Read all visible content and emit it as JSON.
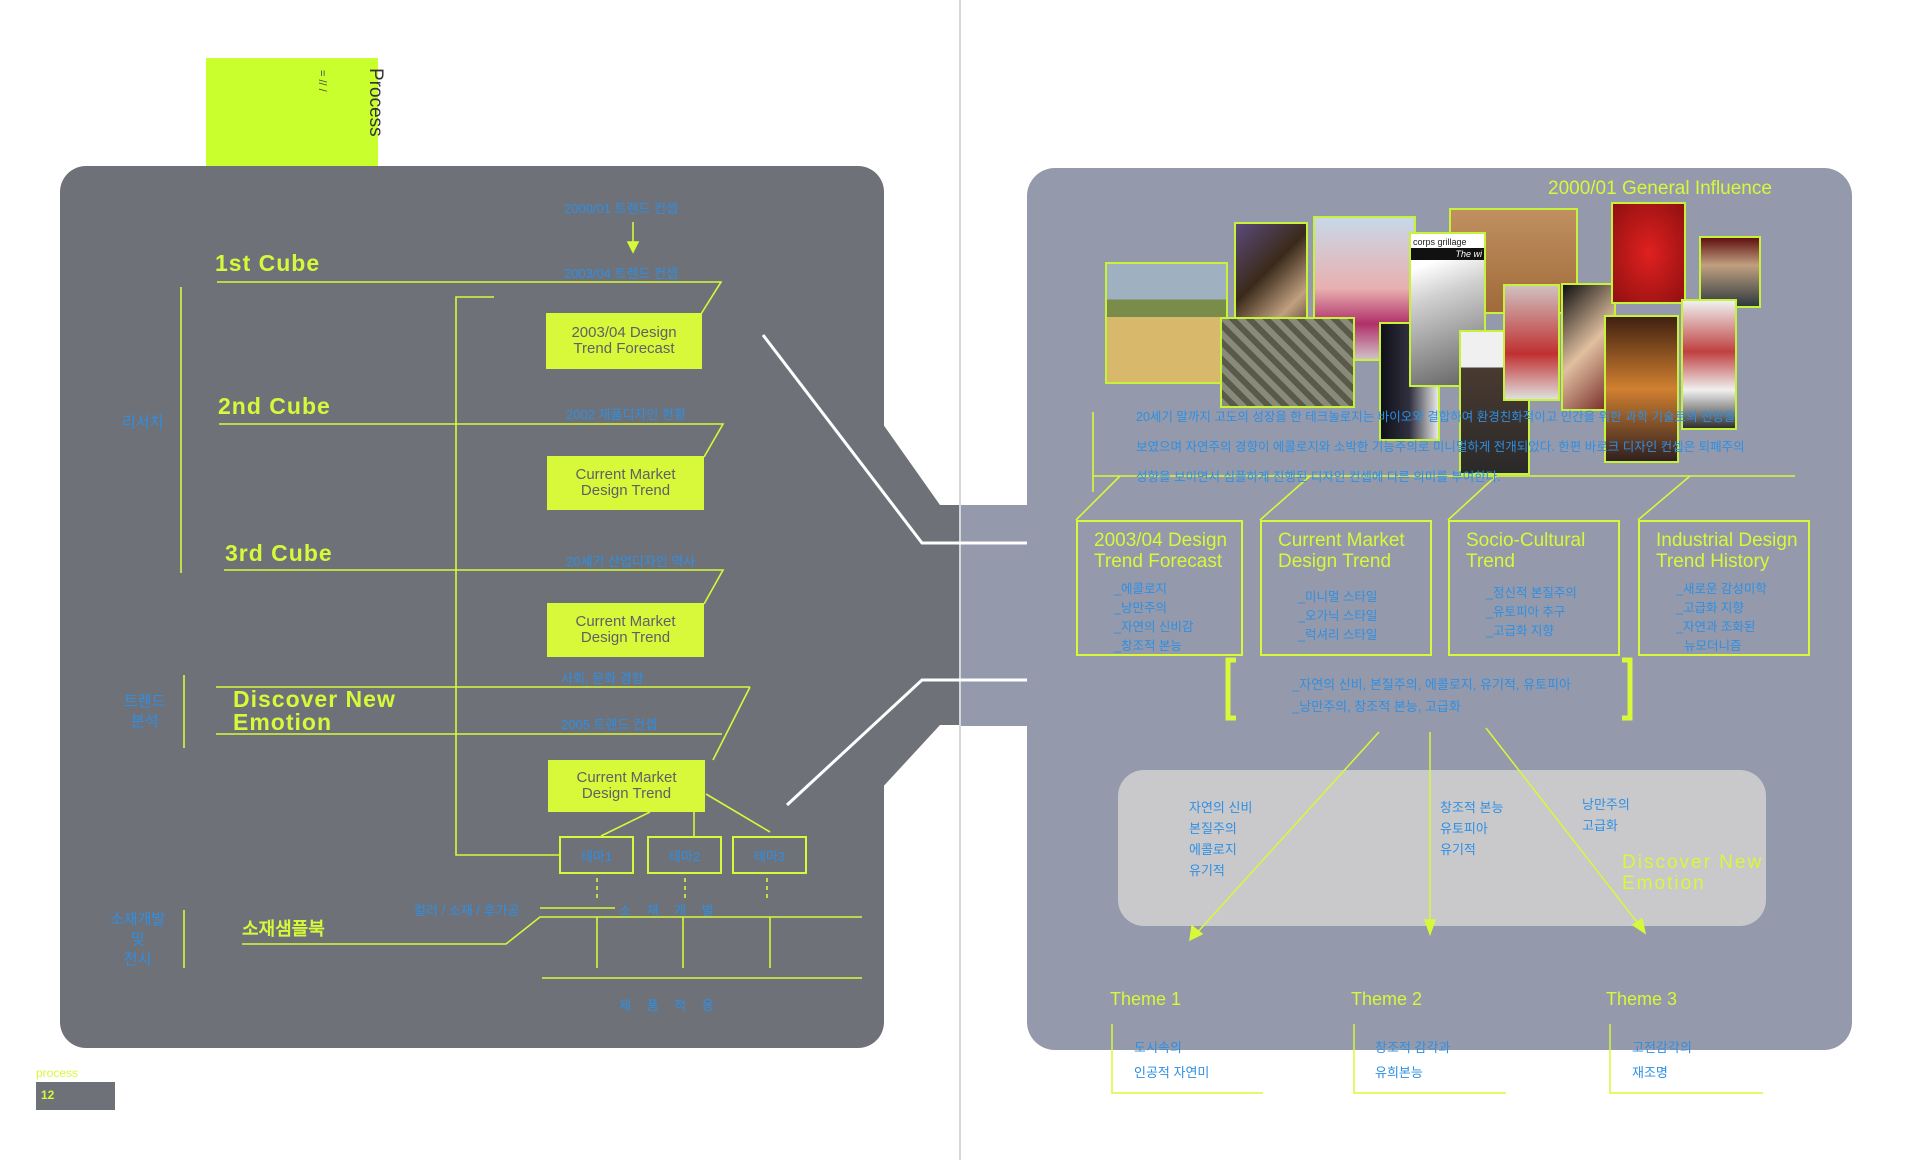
{
  "tab": {
    "title": "Process",
    "marks": "= // /"
  },
  "footer": {
    "section": "process",
    "page_number": "12"
  },
  "left": {
    "top_note": "2000/01 트렌드 컨셉",
    "stages": [
      {
        "title": "1st Cube",
        "note": "2003/04 트렌드 컨셉",
        "box": [
          "2003/04 Design",
          "Trend Forecast"
        ]
      },
      {
        "title": "2nd Cube",
        "note": "2002 제품디자인 현황",
        "box": [
          "Current Market",
          "Design Trend"
        ]
      },
      {
        "title": "3rd Cube",
        "note": "20세기 산업디자인 역사",
        "box": [
          "Current Market",
          "Design Trend"
        ]
      },
      {
        "title_line1": "Discover New",
        "title_line2": "Emotion",
        "note_top": "사회, 문화 경향",
        "note": "2005 트렌드 컨셉",
        "box": [
          "Current Market",
          "Design Trend"
        ]
      }
    ],
    "themes": [
      "테마1",
      "테마2",
      "테마3"
    ],
    "material_note": "컬러 / 소재 / 후가공",
    "material_dev": "소 재 개 발",
    "sample_book": "소재샘플북",
    "product_apply": "제 품 적 용",
    "side_labels": {
      "research": "리서치",
      "trend1": "트렌드",
      "trend2": "분석",
      "mat1": "소재개발",
      "mat2": "및",
      "mat3": "전시"
    }
  },
  "right": {
    "title": "2000/01 General Influence",
    "magazine_text1": "corps grillage",
    "magazine_text2": "The wi",
    "paragraph": [
      "20세기 말까지 고도의 성장을 한 테크놀로지는 바이오와 결합하여 환경친화적이고 인간을 위한 과학 기술로의 전망을",
      "보였으며 자연주의 경향이 에콜로지와 소박한 기능주의로 미니멀하게 전개되었다. 한편 바로크 디자인 컨셉은 퇴폐주의",
      "성향을 보이면서 심플하게 진행된 디자인 컨셉에 다른 의미를 부여한다."
    ],
    "categories": [
      {
        "title1": "2003/04 Design",
        "title2": "Trend Forecast",
        "items": [
          "_에콜로지",
          "_낭만주의",
          "_자연의 신비감",
          "_창조적 본능"
        ]
      },
      {
        "title1": "Current Market",
        "title2": "Design Trend",
        "items": [
          "_미니멀 스타일",
          "_오가닉 스타일",
          "_럭셔리 스타일"
        ]
      },
      {
        "title1": "Socio-Cultural",
        "title2": "Trend",
        "items": [
          "_정신적 본질주의",
          "_유토피아 추구",
          "_고급화 지향"
        ]
      },
      {
        "title1": "Industrial Design",
        "title2": "Trend History",
        "items": [
          "_새로운 감성미학",
          "_고급화 지향",
          "_자연과 조화된",
          "뉴모더니즘"
        ]
      }
    ],
    "summary": [
      "_자연의 신비, 본질주의, 에콜로지, 유기적, 유토피아",
      "_낭만주의, 창조적 본능, 고급화"
    ],
    "keywords": [
      [
        "자연의 신비",
        "본질주의",
        "에콜로지",
        "유기적"
      ],
      [
        "창조적 본능",
        "유토피아",
        "유기적"
      ],
      [
        "낭만주의",
        "고급화"
      ]
    ],
    "emotion1": "Discover New",
    "emotion2": "Emotion",
    "themes": [
      {
        "title": "Theme 1",
        "lines": [
          "도시속의",
          "인공적 자연미"
        ]
      },
      {
        "title": "Theme 2",
        "lines": [
          "창조적 감각과",
          "유희본능"
        ]
      },
      {
        "title": "Theme 3",
        "lines": [
          "고전감각의",
          "재조명"
        ]
      }
    ]
  }
}
